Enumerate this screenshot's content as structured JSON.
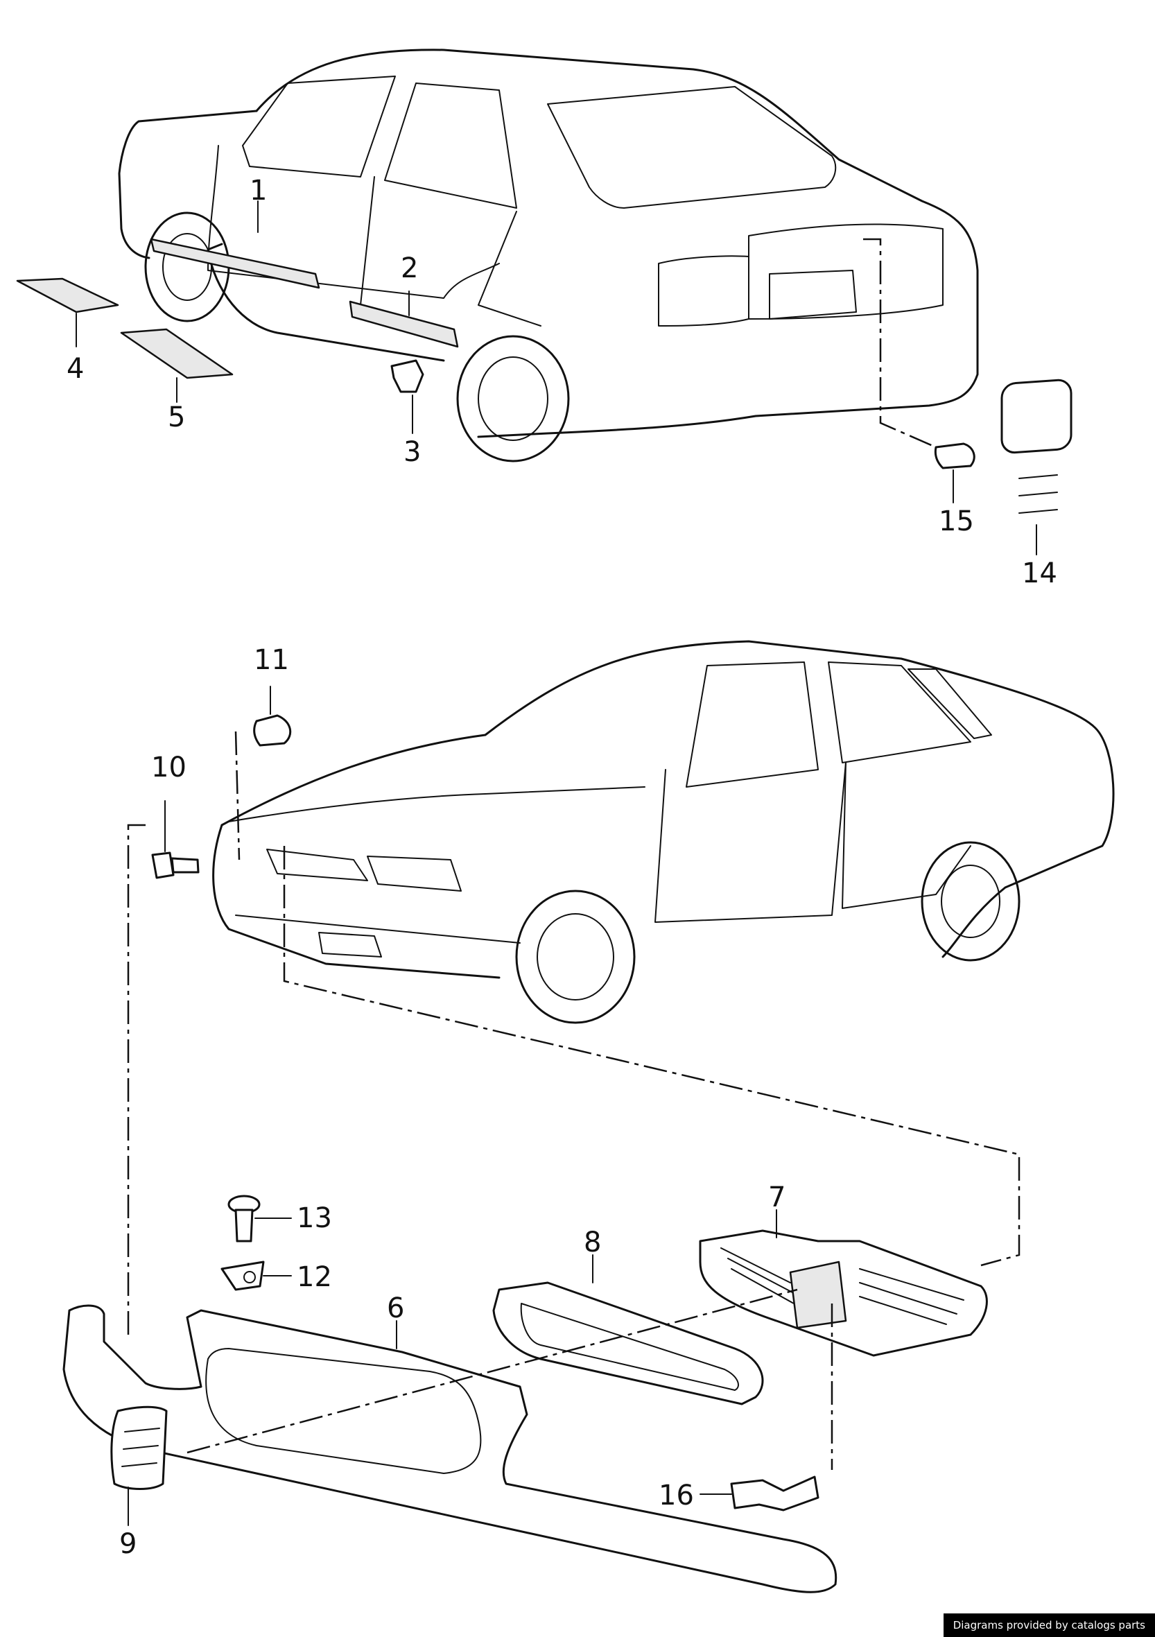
{
  "callouts": [
    "1",
    "2",
    "3",
    "4",
    "5",
    "6",
    "7",
    "8",
    "9",
    "10",
    "11",
    "12",
    "13",
    "14",
    "15",
    "16"
  ],
  "credit": "Diagrams provided by catalogs parts"
}
